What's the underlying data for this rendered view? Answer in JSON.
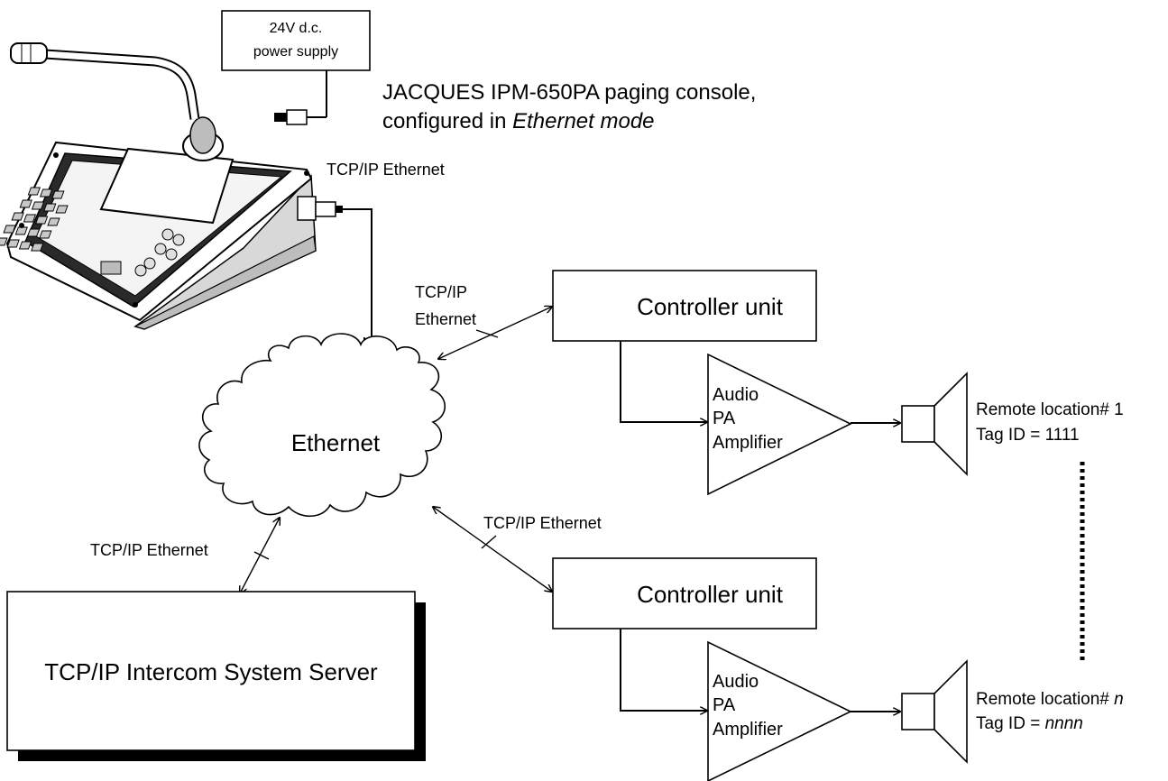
{
  "power_supply": {
    "line1": "24V d.c.",
    "line2": "power supply"
  },
  "console_caption": {
    "line1": "JACQUES IPM-650PA paging console,",
    "line2_prefix": "configured in ",
    "line2_emphasis": "Ethernet mode"
  },
  "links": {
    "console_tcpip": "TCP/IP Ethernet",
    "upper_controller_line1": "TCP/IP",
    "upper_controller_line2": "Ethernet",
    "lower_controller": "TCP/IP Ethernet",
    "server": "TCP/IP Ethernet"
  },
  "cloud": {
    "label": "Ethernet"
  },
  "controllers": [
    {
      "label": "Controller unit"
    },
    {
      "label": "Controller unit"
    }
  ],
  "amplifiers": [
    {
      "line1": "Audio",
      "line2": "PA",
      "line3": "Amplifier"
    },
    {
      "line1": "Audio",
      "line2": "PA",
      "line3": "Amplifier"
    }
  ],
  "remotes": [
    {
      "line1_prefix": "Remote location# ",
      "line1_emphasis": "1",
      "line2_prefix": "Tag ID = ",
      "line2_emphasis": "1111"
    },
    {
      "line1_prefix": "Remote location# ",
      "line1_emphasis": "n",
      "line2_prefix": "Tag ID = ",
      "line2_emphasis": "nnnn"
    }
  ],
  "server": {
    "label": "TCP/IP Intercom System Server"
  }
}
